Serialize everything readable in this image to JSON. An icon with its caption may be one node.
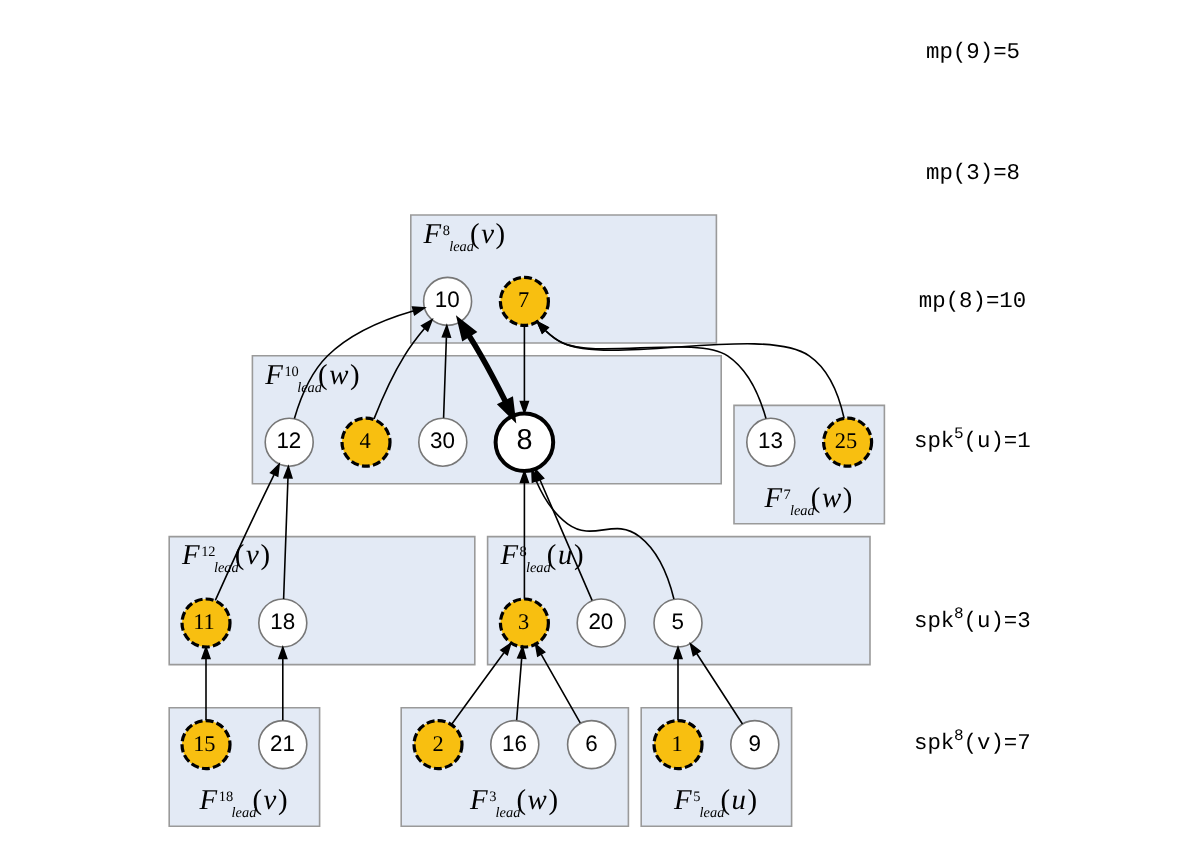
{
  "diagram": {
    "nodes": [
      {
        "text": [
          "*F*$^{8}$$_{lead}$(*v*)"
        ]
      },
      {
        "text": [
          "10"
        ],
        "in": 0
      },
      {
        "text": [
          "7"
        ],
        "in": 0
      },
      {
        "text": [
          "*F*$^{10}$$_{lead}$(*w*)"
        ]
      },
      {
        "text": [
          "12"
        ],
        "in": 3
      },
      {
        "text": [
          "30"
        ],
        "in": 3
      },
      {
        "text": [
          "4"
        ],
        "in": 3
      },
      {
        "text": [
          "8"
        ],
        "in": 3
      },
      {
        "text": [
          "*F*$^{7}$$_{lead}$(*w*)"
        ]
      },
      {
        "text": [
          "25"
        ],
        "in": 8
      },
      {
        "text": [
          "13"
        ],
        "in": 8
      },
      {
        "text": [
          "*F*$^{12}$$_{lead}$(*v*)"
        ]
      },
      {
        "text": [
          "18"
        ],
        "in": 11
      },
      {
        "text": [
          "11"
        ],
        "in": 11
      },
      {
        "text": [
          "*F*$^{8}$$_{lead}$(*u*)"
        ]
      },
      {
        "text": [
          "3"
        ],
        "in": 14
      },
      {
        "text": [
          "20"
        ],
        "in": 14
      },
      {
        "text": [
          "5"
        ],
        "in": 14
      },
      {
        "text": [
          "*F*$^{18}$$_{lead}$(*v*)"
        ]
      },
      {
        "text": [
          "21"
        ],
        "in": 18
      },
      {
        "text": [
          "15"
        ],
        "in": 18
      },
      {
        "text": [
          "*F*$^{3}$$_{lead}$(*w*)"
        ]
      },
      {
        "text": [
          "6"
        ],
        "in": 21
      },
      {
        "text": [
          "16"
        ],
        "in": 21
      },
      {
        "text": [
          "2"
        ],
        "in": 21
      },
      {
        "text": [
          "*F*$^{5}$$_{lead}$(*u*)"
        ]
      },
      {
        "text": [
          "9"
        ],
        "in": 25
      },
      {
        "text": [
          "1"
        ],
        "in": 25
      }
    ],
    "edges": [
      {
        "from": 4,
        "to": 1,
        "arrow": "to"
      },
      {
        "from": 5,
        "to": 1,
        "arrow": "to"
      },
      {
        "from": 6,
        "to": 1,
        "arrow": "to"
      },
      {
        "from": 7,
        "to": 1,
        "arrow": "both",
        "style": "thick"
      },
      {
        "from": 2,
        "to": 7,
        "arrow": "to"
      },
      {
        "from": 9,
        "to": 2,
        "arrow": "to"
      },
      {
        "from": 10,
        "to": 2,
        "arrow": "to"
      },
      {
        "from": 12,
        "to": 4,
        "arrow": "to"
      },
      {
        "from": 13,
        "to": 4,
        "arrow": "to"
      },
      {
        "from": 15,
        "to": 7,
        "arrow": "to"
      },
      {
        "from": 16,
        "to": 7,
        "arrow": "to"
      },
      {
        "from": 17,
        "to": 7,
        "arrow": "to"
      },
      {
        "from": 19,
        "to": 12,
        "arrow": "to"
      },
      {
        "from": 20,
        "to": 13,
        "arrow": "to"
      },
      {
        "from": 22,
        "to": 15,
        "arrow": "to"
      },
      {
        "from": 23,
        "to": 15,
        "arrow": "to"
      },
      {
        "from": 24,
        "to": 15,
        "arrow": "to"
      },
      {
        "from": 26,
        "to": 17,
        "arrow": "to"
      },
      {
        "from": 27,
        "to": 17,
        "arrow": "to"
      }
    ],
    "labels": [
      "mp(9)=5",
      "mp(3)=8",
      "mp(8)=10",
      "spk$^{5}$(u)=1",
      "spk$^{8}$(u)=3",
      "spk$^{8}$(v)=7"
    ]
  }
}
